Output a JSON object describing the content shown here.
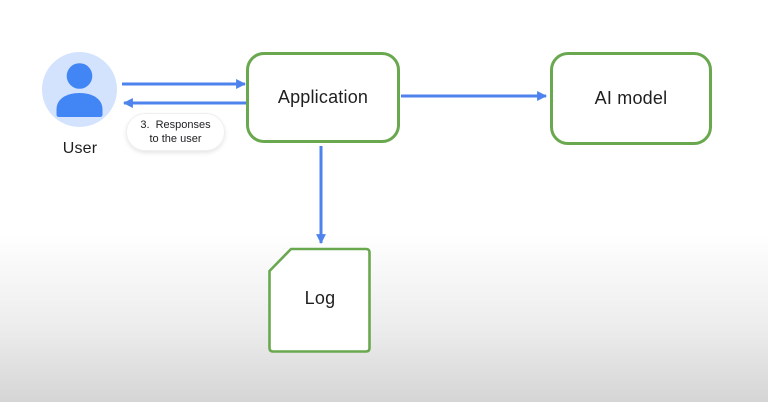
{
  "diagram": {
    "user": {
      "label": "User"
    },
    "application": {
      "label": "Application"
    },
    "ai_model": {
      "label": "AI model"
    },
    "log": {
      "label": "Log"
    },
    "bubble": {
      "line1": "3.  Responses",
      "line2": "to the user"
    },
    "edges": [
      {
        "from": "user",
        "to": "application"
      },
      {
        "from": "application",
        "to": "user",
        "label": "3. Responses to the user"
      },
      {
        "from": "application",
        "to": "ai_model"
      },
      {
        "from": "application",
        "to": "log"
      }
    ],
    "colors": {
      "node_border_green": "#6aa84f",
      "arrow_blue": "#4e83ee",
      "avatar_background": "#d3e3fd",
      "avatar_person_blue": "#4285f4",
      "text": "#1f1f1f",
      "background_bottom_gray": "#d5d5d5"
    }
  }
}
